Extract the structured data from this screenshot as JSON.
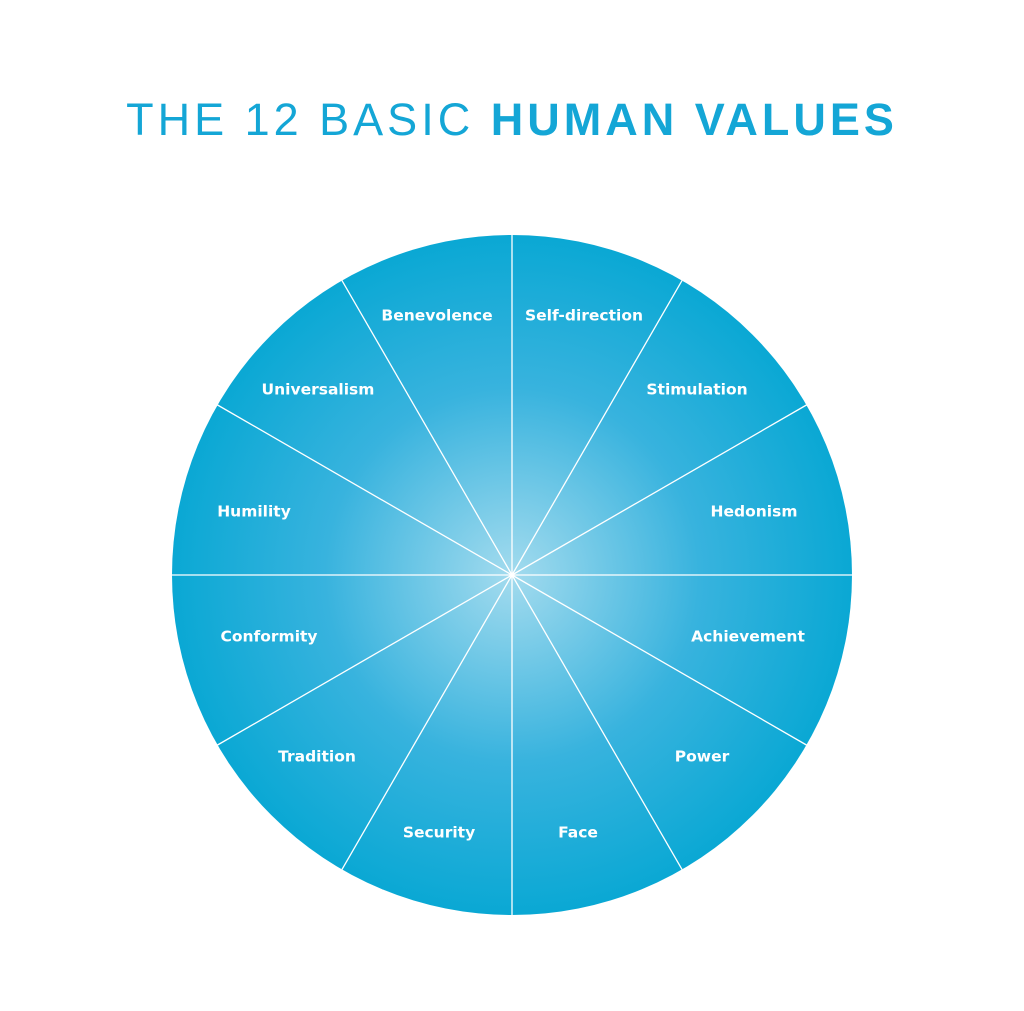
{
  "title": {
    "light": "THE 12 BASIC",
    "bold": "HUMAN VALUES"
  },
  "colors": {
    "wheel_edge": "#0aa8d4",
    "wheel_center": "#9ad8ec",
    "title": "#14a6d6",
    "highlight": "#eef06a"
  },
  "values": [
    "Self-direction",
    "Stimulation",
    "Hedonism",
    "Achievement",
    "Power",
    "Face",
    "Security",
    "Tradition",
    "Conformity",
    "Humility",
    "Universalism",
    "Benevolence"
  ]
}
